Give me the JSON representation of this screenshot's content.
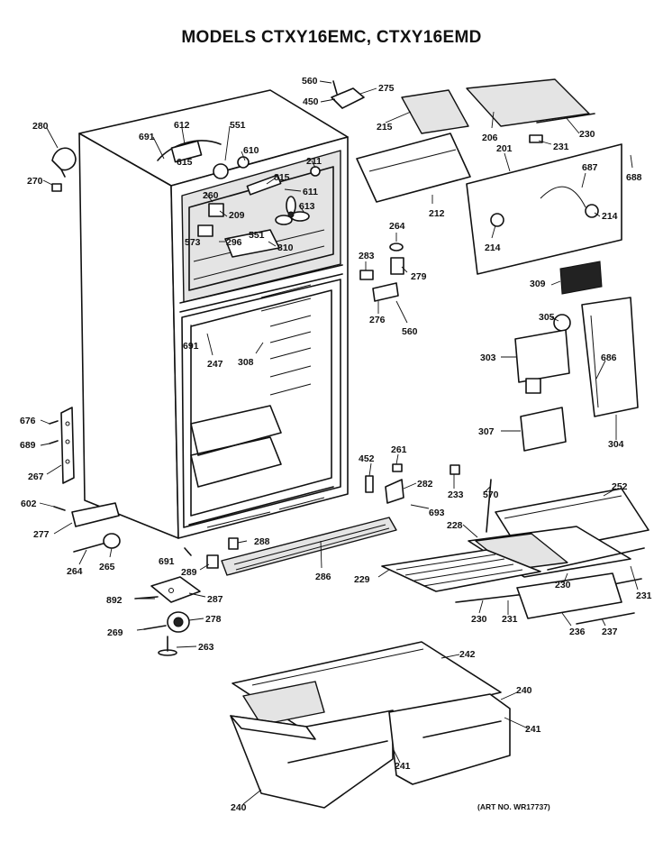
{
  "title": "MODELS CTXY16EMC, CTXY16EMD",
  "art_number": "(ART NO. WR17737)",
  "part_callouts": [
    "560",
    "450",
    "275",
    "280",
    "270",
    "612",
    "691",
    "551",
    "615",
    "610",
    "211",
    "815",
    "611",
    "613",
    "260",
    "209",
    "573",
    "296",
    "551",
    "310",
    "215",
    "206",
    "231",
    "230",
    "201",
    "687",
    "688",
    "214",
    "214",
    "212",
    "264",
    "283",
    "279",
    "276",
    "560",
    "309",
    "305",
    "303",
    "686",
    "307",
    "304",
    "691",
    "247",
    "308",
    "676",
    "689",
    "267",
    "602",
    "277",
    "264",
    "265",
    "452",
    "261",
    "282",
    "693",
    "233",
    "570",
    "252",
    "288",
    "228",
    "691",
    "289",
    "286",
    "229",
    "230",
    "231",
    "892",
    "287",
    "230",
    "231",
    "236",
    "237",
    "269",
    "278",
    "263",
    "242",
    "240",
    "241",
    "241",
    "240"
  ]
}
